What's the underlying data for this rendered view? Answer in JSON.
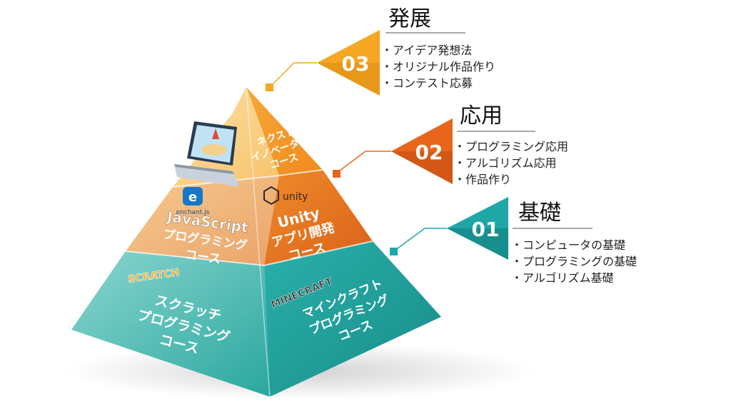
{
  "levels": [
    {
      "number": "03",
      "heading": "発展",
      "items": [
        "・アイデア発想法",
        "・オリジナル作品作り",
        "・コンテスト応募"
      ],
      "color": "#f5a623"
    },
    {
      "number": "02",
      "heading": "応用",
      "items": [
        "・プログラミング応用",
        "・アルゴリズム応用",
        "・作品作り"
      ],
      "color": "#e8661c"
    },
    {
      "number": "01",
      "heading": "基礎",
      "items": [
        "・コンピュータの基礎",
        "・プログラミングの基礎",
        "・アルゴリズム基礎"
      ],
      "color": "#1fa6a6"
    }
  ],
  "pyramid": {
    "top_right": [
      "ネクスト",
      "イノベーター",
      "コース"
    ],
    "middle_left_logo": "enchant.js",
    "middle_left": [
      "JavaScript",
      "プログラミング",
      "コース"
    ],
    "middle_right_logo": "unity",
    "middle_right": [
      "Unity",
      "アプリ開発",
      "コース"
    ],
    "bottom_left_logo": "SCRATCH",
    "bottom_left": [
      "スクラッチ",
      "プログラミング",
      "コース"
    ],
    "bottom_right_logo": "MINECRAFT",
    "bottom_right": [
      "マインクラフト",
      "プログラミング",
      "コース"
    ]
  }
}
